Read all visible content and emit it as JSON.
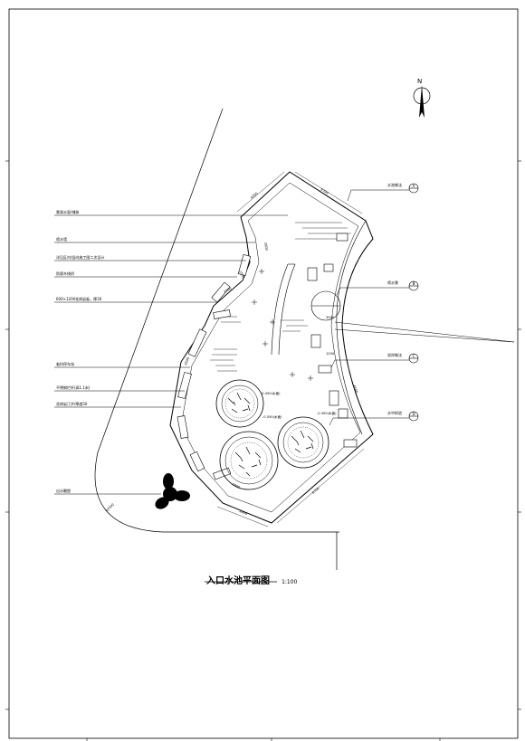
{
  "drawing": {
    "title": "入口水池平面图",
    "scale": "1:100",
    "north_label": "N"
  },
  "left_notes": [
    "景观水面/铺装",
    "喷水墙",
    "详见区内/竖向施工图二次设计",
    "防腐木栈桥",
    "600×1200花岗岩板，厚30",
    "临时停车场",
    "不锈钢栏杆(高1.1米)",
    "花岗岩汀步/厚度50",
    "出水雕塑"
  ],
  "right_notes": [
    {
      "text": "水池做法",
      "tag": "A"
    },
    {
      "text": "喷水景",
      "tag": "B"
    },
    {
      "text": "驳岸做法",
      "tag": "C"
    },
    {
      "text": "水中树池",
      "tag": "D"
    }
  ],
  "dimensions": [
    "4300",
    "6700",
    "2000",
    "1500",
    "2700",
    "4500",
    "3500",
    "1200",
    "4500",
    "4000",
    "8700",
    "4900",
    "R2500"
  ],
  "levels": [
    "-0.350(水面)",
    "-0.550(水面)",
    "-0.350(水面)"
  ]
}
